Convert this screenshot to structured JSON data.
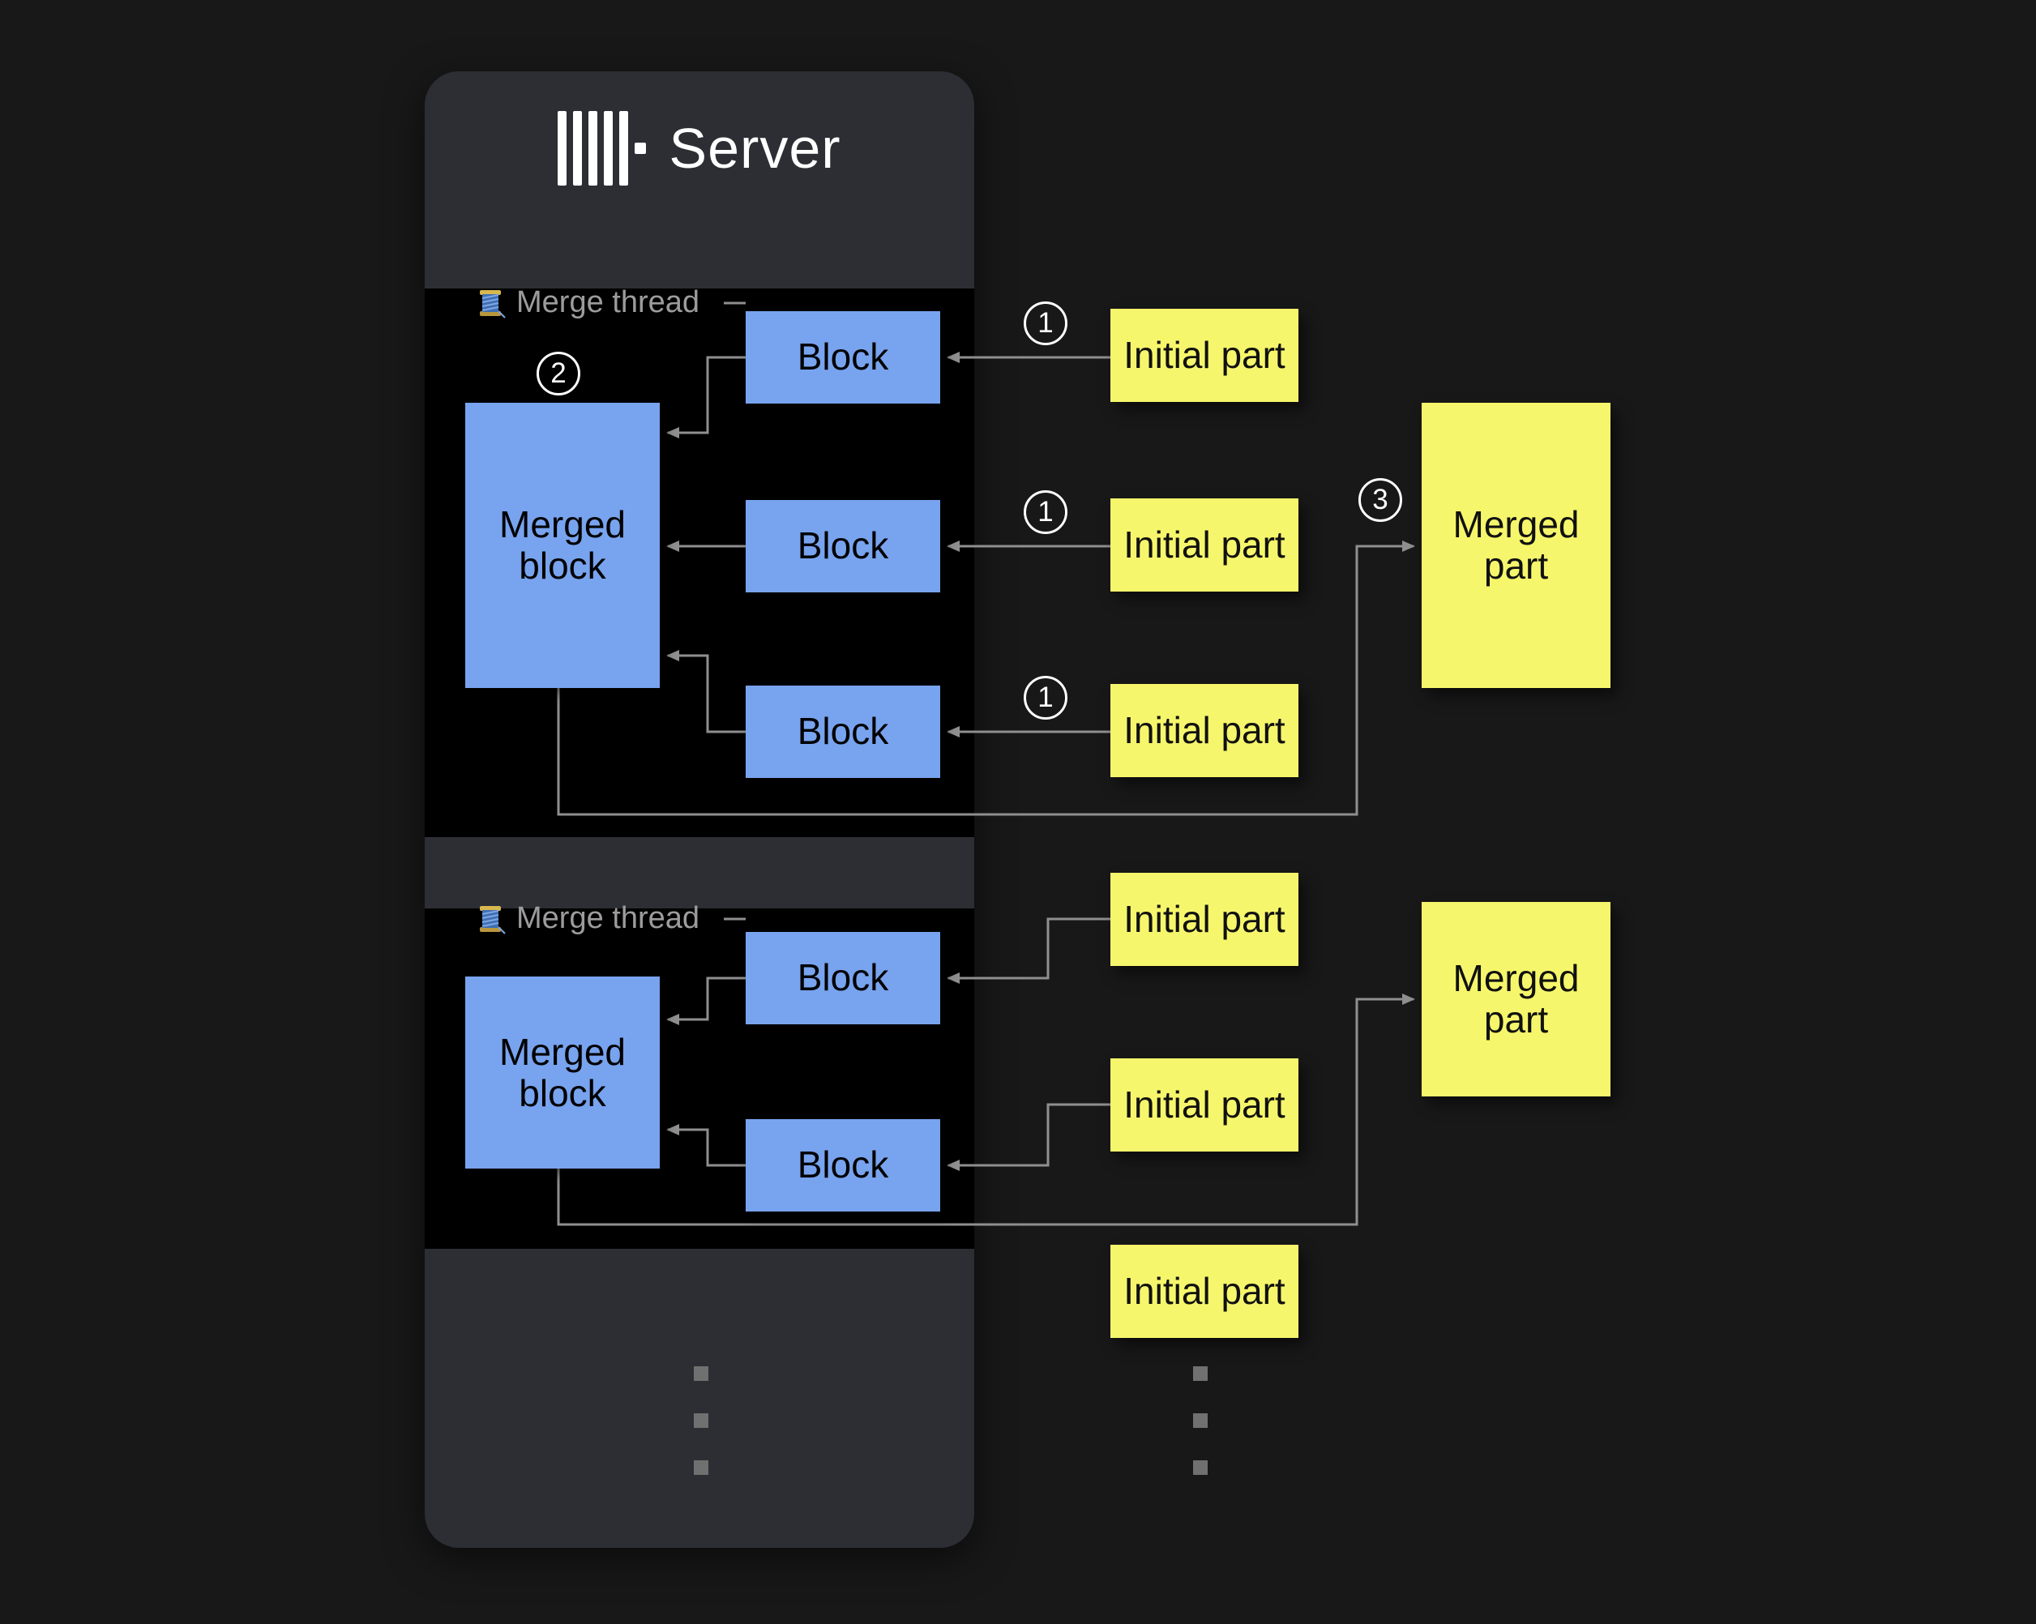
{
  "server": {
    "title": "Server"
  },
  "icons": {
    "server_logo": "clickhouse-bars-logo",
    "merge_thread": "spool-of-thread",
    "continuation": "vertical-ellipsis"
  },
  "threads": [
    {
      "label": "Merge thread",
      "merged_block": "Merged block",
      "badge": "2",
      "blocks": [
        "Block",
        "Block",
        "Block"
      ]
    },
    {
      "label": "Merge thread",
      "merged_block": "Merged block",
      "blocks": [
        "Block",
        "Block"
      ]
    }
  ],
  "top_flow": {
    "initial_parts": [
      "Initial part",
      "Initial part",
      "Initial part"
    ],
    "initial_badges": [
      "1",
      "1",
      "1"
    ],
    "merged_part": "Merged part",
    "merged_badge": "3"
  },
  "bottom_flow": {
    "initial_parts": [
      "Initial part",
      "Initial part",
      "Initial part"
    ],
    "merged_part": "Merged part"
  },
  "colors": {
    "background": "#181818",
    "server_panel": "#2c2e34",
    "thread_background": "#000000",
    "block_fill": "#78a3ee",
    "part_fill": "#f6f66c",
    "arrow": "#8f8f8f",
    "thread_label_text": "#9c9c9c",
    "badge_text": "#ffffff"
  }
}
